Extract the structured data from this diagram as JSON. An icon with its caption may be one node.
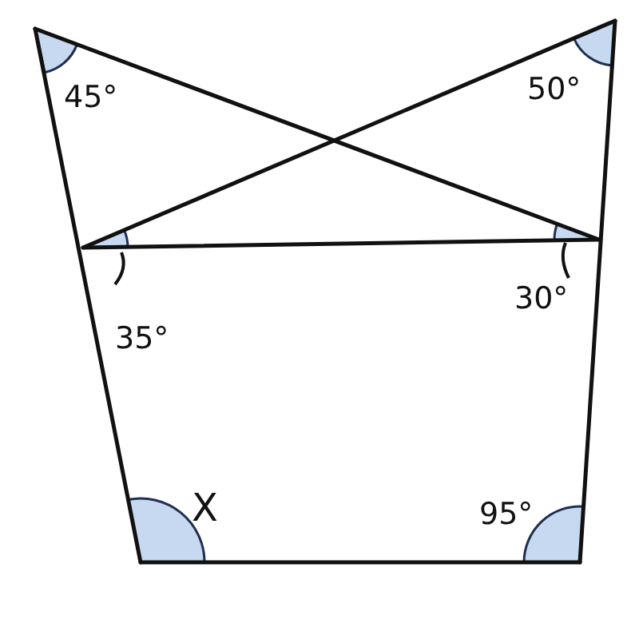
{
  "diagram": {
    "labels": [
      "45°",
      "50°",
      "35°",
      "30°",
      "X",
      "95°"
    ]
  }
}
